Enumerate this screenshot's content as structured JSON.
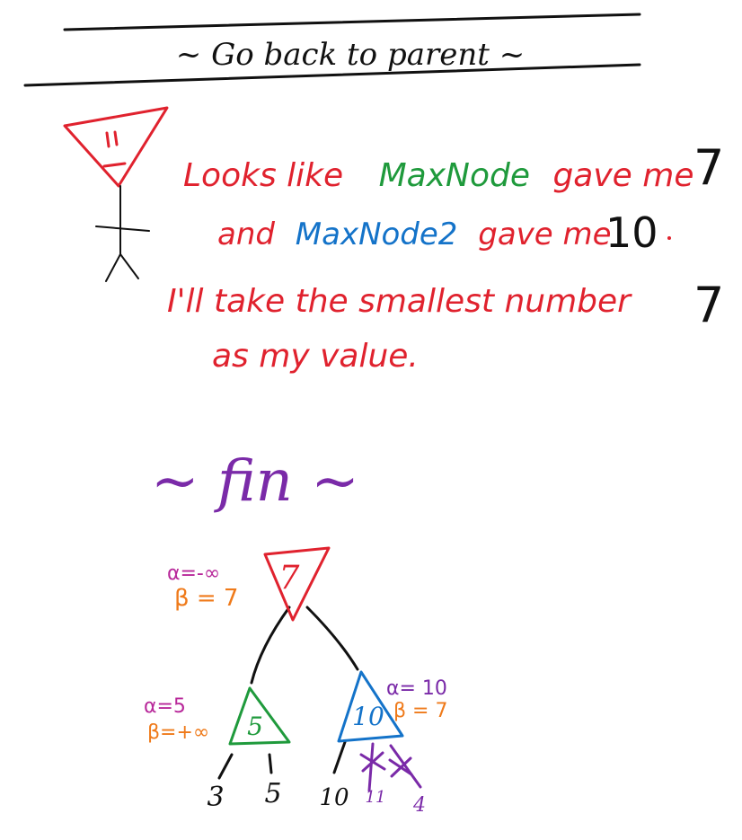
{
  "colors": {
    "ink": "#111111",
    "red": "#e0222e",
    "green": "#1f9a3c",
    "blue": "#1473c9",
    "purple": "#7a2aa8",
    "orange": "#ef7a1a",
    "magenta": "#b8289a"
  },
  "header": {
    "title": "~ Go back to parent ~"
  },
  "narrator": {
    "line1_prefix": "Looks like",
    "line1_node": "MaxNode",
    "line1_suffix": "gave me",
    "line1_value": "7",
    "line2_prefix": "and",
    "line2_node": "MaxNode2",
    "line2_suffix": "gave me",
    "line2_value": "10",
    "line3": "I'll take the smallest number",
    "line3_value": "7",
    "line4": "as my value."
  },
  "fin_label": "~ fin ~",
  "tree": {
    "root": {
      "value": "7",
      "alpha": "α=-∞",
      "beta": "β = 7"
    },
    "left": {
      "value": "5",
      "alpha": "α=5",
      "beta": "β=+∞"
    },
    "right": {
      "value": "10",
      "alpha": "α= 10",
      "beta": "β = 7"
    },
    "leaves": [
      "3",
      "5",
      "10",
      "11",
      "4"
    ]
  }
}
